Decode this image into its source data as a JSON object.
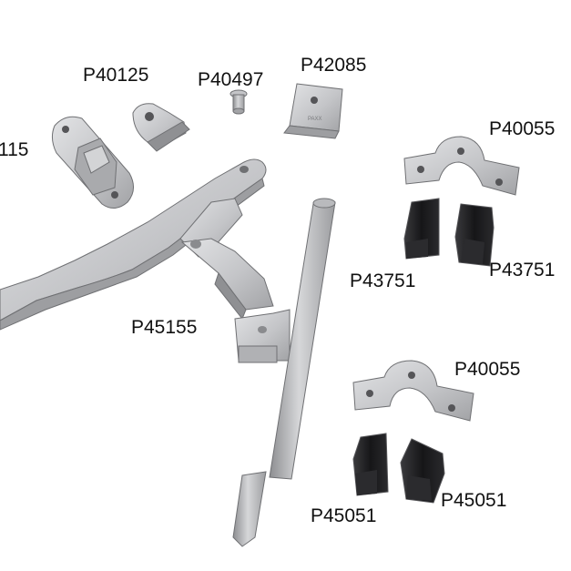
{
  "diagram": {
    "labels": {
      "p40115_partial": "115",
      "p40125": "P40125",
      "p40497": "P40497",
      "p42085": "P42085",
      "p40055_top": "P40055",
      "p43751_left": "P43751",
      "p43751_right": "P43751",
      "p45155": "P45155",
      "p40055_bottom": "P40055",
      "p45051_right": "P45051",
      "p45051_left": "P45051"
    },
    "embossed_text": "PAXX",
    "colors": {
      "metal": "#c9cacc",
      "metal_shadow": "#9d9ea1",
      "metal_edge": "#6f7073",
      "plastic": "#1c1c1e",
      "plastic_edge": "#555558",
      "label_text": "#111111"
    }
  }
}
